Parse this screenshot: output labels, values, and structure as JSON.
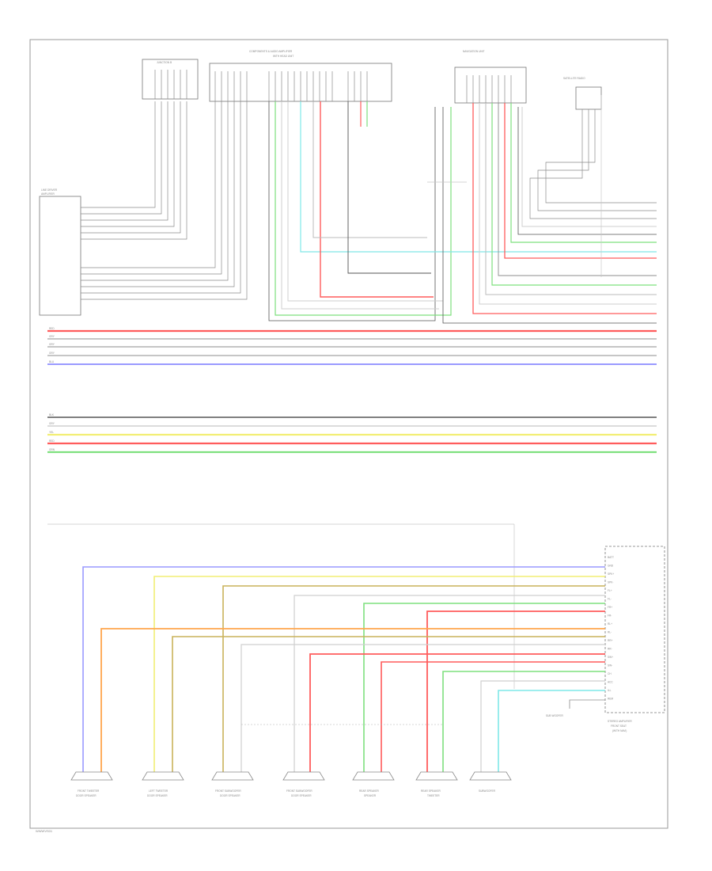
{
  "footer": {
    "code": "WWWVS01"
  },
  "colors": {
    "red": "#ff5c5c",
    "blue": "#9a9aff",
    "yellow": "#f2ee74",
    "green": "#7ee07e",
    "orange": "#ffa64d",
    "tan": "#c9b25a",
    "cyan": "#7fe8e8",
    "gray": "#8c8c8c",
    "light_gray": "#cfcfcf",
    "black": "#555555"
  },
  "connector_labels": {
    "left_top_block": "JUNCTION B",
    "center_top_block": "COMPONENTS & AUDIO AMPLIFIER",
    "center_top_sub": "WITH HEAD UNIT",
    "right_top_block": "NAVIGATION UNIT",
    "right_small_block": "SATELLITE RADIO",
    "left_module": "LINE DRIVER",
    "left_module_sub": "AMPLIFIER"
  },
  "bus_wires": [
    {
      "code": "RED",
      "color": "red"
    },
    {
      "code": "GRY",
      "color": "gray"
    },
    {
      "code": "GRY",
      "color": "gray"
    },
    {
      "code": "GRY",
      "color": "gray"
    },
    {
      "code": "BLU",
      "color": "blue"
    },
    {
      "code": "BLK",
      "color": "black"
    },
    {
      "code": "GRY",
      "color": "light_gray"
    },
    {
      "code": "YEL",
      "color": "yellow"
    },
    {
      "code": "RED",
      "color": "red"
    },
    {
      "code": "GRN",
      "color": "green"
    }
  ],
  "speakers": [
    {
      "name": "FRONT TWEETER",
      "sub": "DOOR SPEAKER"
    },
    {
      "name": "LEFT TWEETER",
      "sub": "DOOR SPEAKER"
    },
    {
      "name": "FRONT SUBWOOFER",
      "sub": "DOOR SPEAKER"
    },
    {
      "name": "FRONT SUBWOOFER",
      "sub": "DOOR SPEAKER"
    },
    {
      "name": "REAR SPEAKER",
      "sub": "SPEAKER"
    },
    {
      "name": "REAR SPEAKER",
      "sub": "TWEETER"
    },
    {
      "name": "SUBWOOFER",
      "sub": ""
    }
  ],
  "amp_unit": {
    "name": "STEREO AMPLIFIER",
    "sub": "FRONT SEAT",
    "sub2": "(WITH NAVI)"
  },
  "amp_pins": [
    "BATT",
    "GND",
    "SPK+",
    "SPK-",
    "FL+",
    "FL-",
    "FR+",
    "FR-",
    "RL+",
    "RL-",
    "RR+",
    "RR-",
    "SW+",
    "SW-",
    "CH",
    "ACC",
    "ILL",
    "REM"
  ],
  "side_note": "SUB WOOFER"
}
